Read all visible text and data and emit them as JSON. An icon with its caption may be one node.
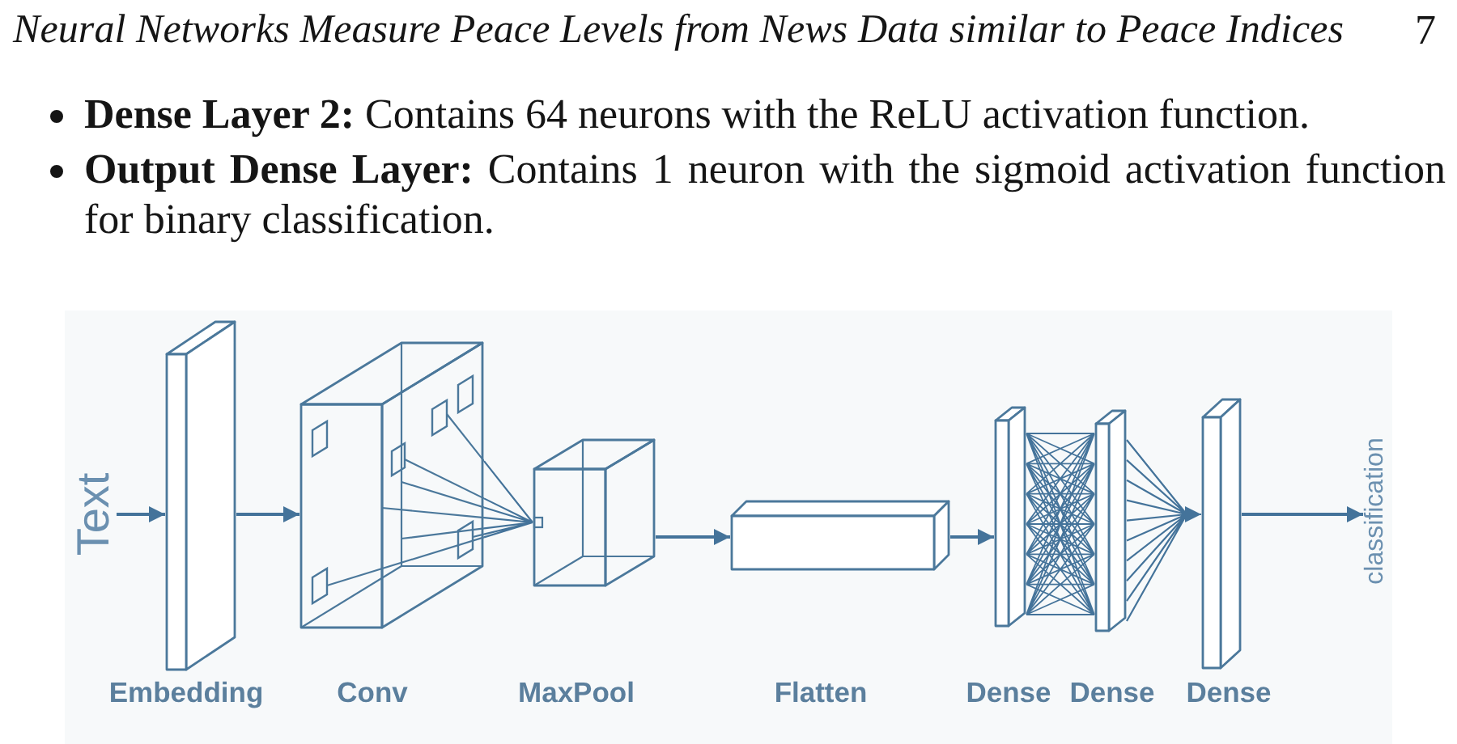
{
  "diagram": {
    "nodes": [
      {
        "text": [
          "Text"
        ]
      },
      {
        "text": [
          "Embedding"
        ]
      },
      {
        "text": [
          "Conv"
        ]
      },
      {
        "text": [
          "MaxPool"
        ]
      },
      {
        "text": [
          "Flatten"
        ]
      },
      {
        "text": [
          "Dense"
        ]
      },
      {
        "text": [
          "Dense"
        ]
      },
      {
        "text": [
          "Dense"
        ]
      },
      {
        "text": [
          "classification"
        ]
      }
    ],
    "edges": [
      {
        "from": 0,
        "to": 1,
        "arrow": "to"
      },
      {
        "from": 1,
        "to": 2,
        "arrow": "to"
      },
      {
        "from": 2,
        "to": 3,
        "arrow": "none"
      },
      {
        "from": 3,
        "to": 4,
        "arrow": "to"
      },
      {
        "from": 4,
        "to": 5,
        "arrow": "to"
      },
      {
        "from": 5,
        "to": 6,
        "arrow": "none"
      },
      {
        "from": 6,
        "to": 7,
        "arrow": "to"
      },
      {
        "from": 7,
        "to": 8,
        "arrow": "to"
      }
    ],
    "labels": [
      "Neural Networks Measure Peace Levels from News Data similar to Peace Indices",
      "7",
      "**Dense Layer 2:** Contains 64 neurons with the ReLU activation function.",
      "**Output Dense Layer:** Contains 1 neuron with the sigmoid activation function for binary classification."
    ]
  }
}
